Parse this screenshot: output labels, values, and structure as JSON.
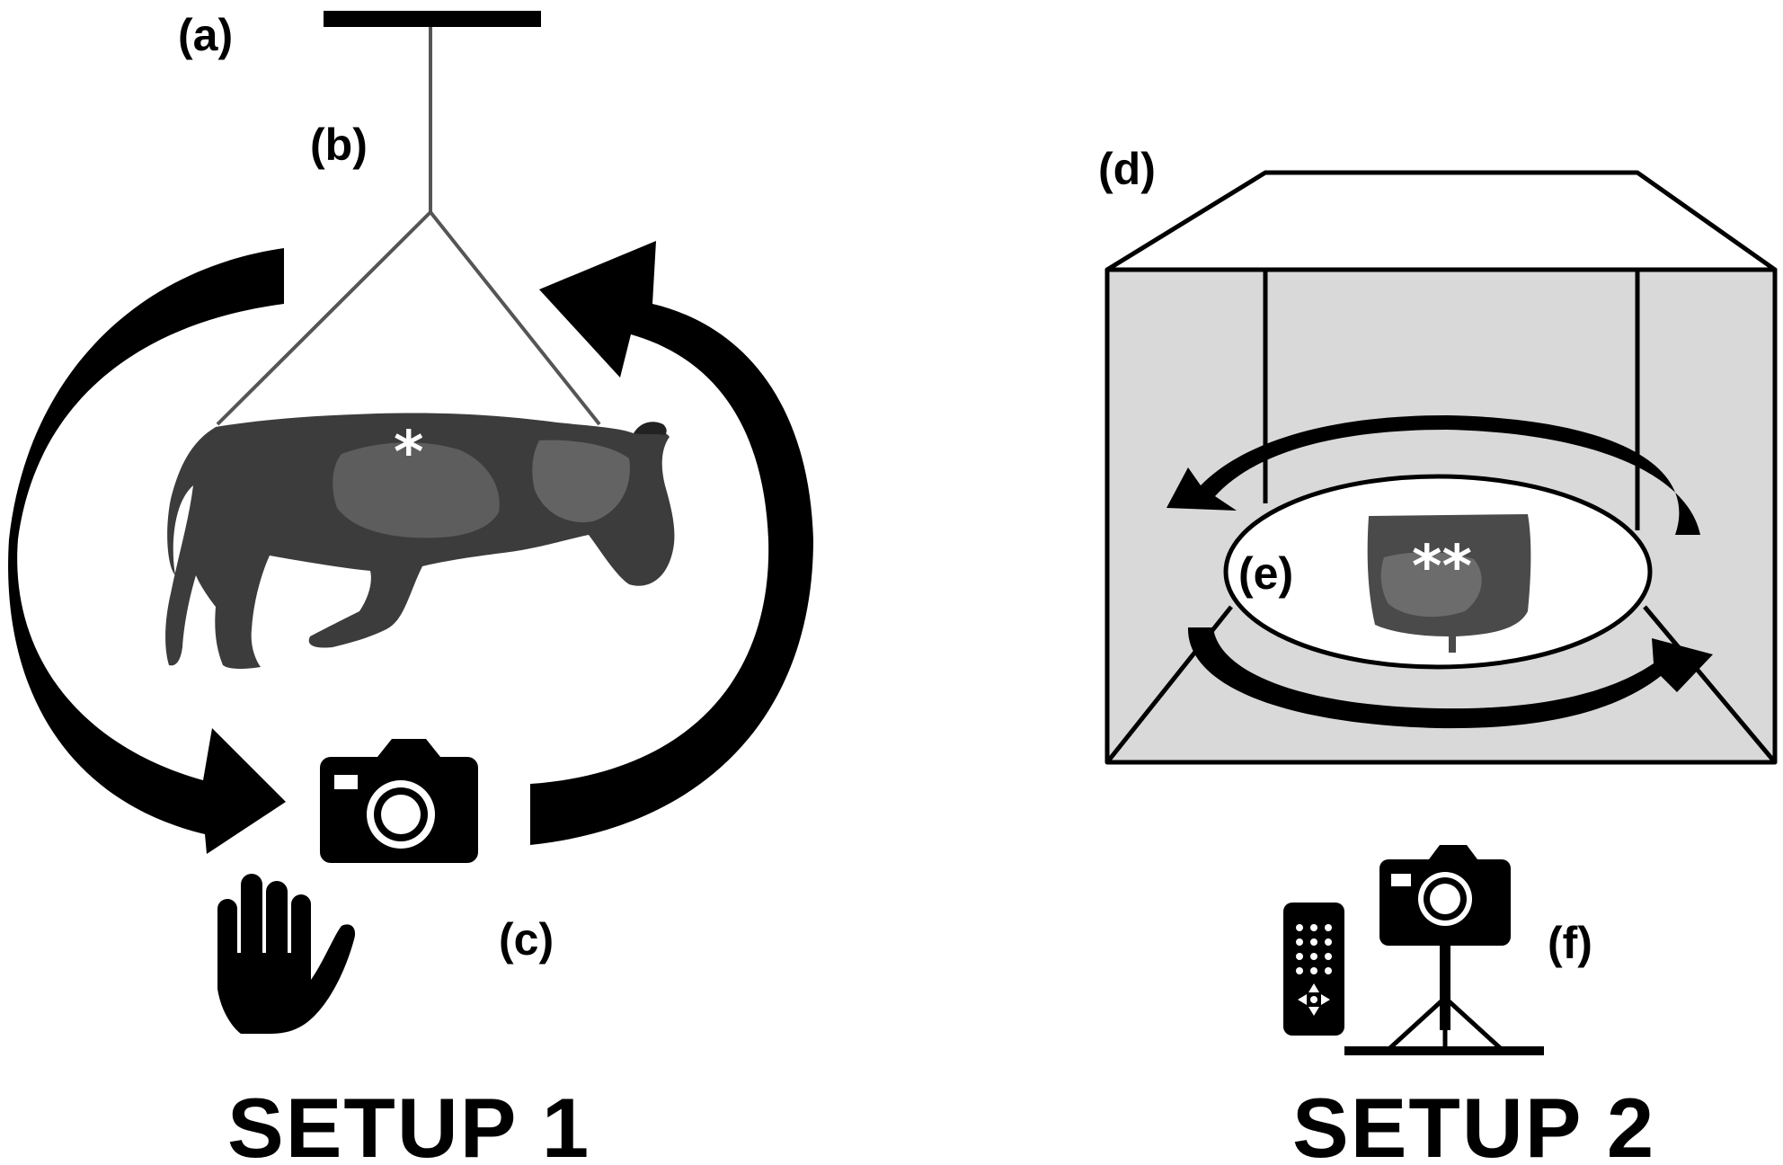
{
  "setup1": {
    "title": "SETUP 1",
    "labels": {
      "a": "(a)",
      "b": "(b)",
      "c": "(c)"
    },
    "marker": "*",
    "icons": [
      "ceiling-bar",
      "suspension-rope",
      "animal-silhouette",
      "camera-icon",
      "hand-icon",
      "rotation-arrow-icon"
    ]
  },
  "setup2": {
    "title": "SETUP 2",
    "labels": {
      "d": "(d)",
      "e": "(e)",
      "f": "(f)"
    },
    "marker": "**",
    "icons": [
      "light-box",
      "turntable",
      "specimen-photo",
      "camera-on-tripod-icon",
      "remote-control-icon",
      "rotation-arrow-icon"
    ]
  },
  "colors": {
    "ink": "#000000",
    "box_fill": "#d9d9d9",
    "animal": "#3a3a3a",
    "paper": "#ffffff"
  }
}
